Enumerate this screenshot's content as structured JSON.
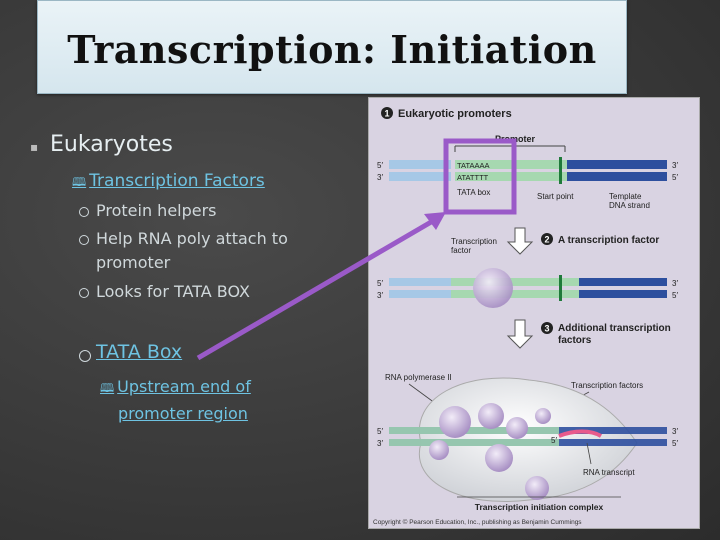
{
  "slide": {
    "title": "Transcription: Initiation",
    "bullets": {
      "level1": "Eukaryotes",
      "level2": "Transcription Factors",
      "level2_marker": "🕮",
      "items": [
        "Protein helpers",
        "Help RNA poly attach to",
        "promoter",
        "Looks for TATA BOX"
      ],
      "tata_heading": "TATA Box",
      "tata_sub_line1": "Upstream end of",
      "tata_sub_line2": "promoter region"
    }
  },
  "figure": {
    "step1": "Eukaryotic promoters",
    "step1_num": "1",
    "promoter_label": "Promoter",
    "tata_top": "TATAAAA",
    "tata_bottom": "ATATTTT",
    "tata_box": "TATA box",
    "start_point": "Start point",
    "template_line1": "Template",
    "template_line2": "DNA strand",
    "five_prime": "5′",
    "three_prime": "3′",
    "tf_label_line1": "Transcription",
    "tf_label_line2": "factor",
    "step2_num": "2",
    "step2": "A transcription factor",
    "step3_num": "3",
    "step3_line1": "Additional transcription",
    "step3_line2": "factors",
    "rna_pol": "RNA polymerase II",
    "tfs": "Transcription factors",
    "rna_transcript": "RNA transcript",
    "complex": "Transcription initiation complex",
    "copyright": "Copyright © Pearson Education, Inc., publishing as Benjamin Cummings"
  },
  "colors": {
    "arrow": "#9a5ac8",
    "link_blue": "#6ec3e2",
    "dna_blue": "#2d4f9e",
    "dna_green": "#a6d8b0"
  }
}
